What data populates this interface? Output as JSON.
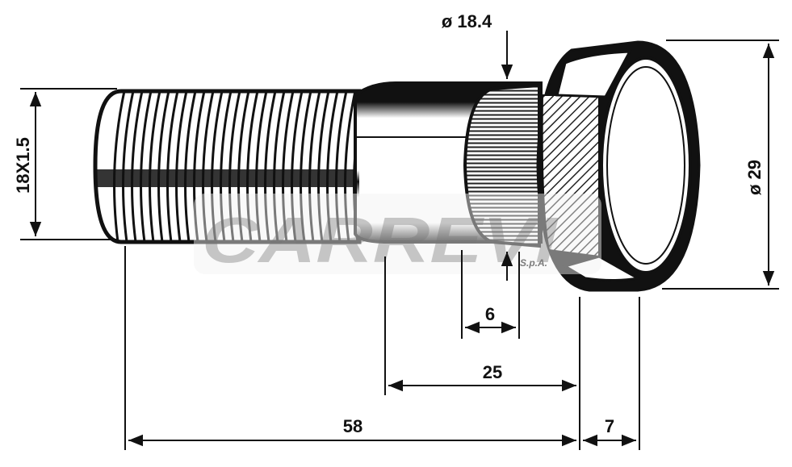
{
  "dimensions": {
    "thread": "18X1.5",
    "knurl_diameter": "ø 18.4",
    "head_diameter": "ø 29",
    "knurl_length": "6",
    "shank_length": "25",
    "total_length": "58",
    "head_thickness": "7"
  },
  "watermark": {
    "brand": "CARREVI",
    "suffix": "S.p.A."
  }
}
